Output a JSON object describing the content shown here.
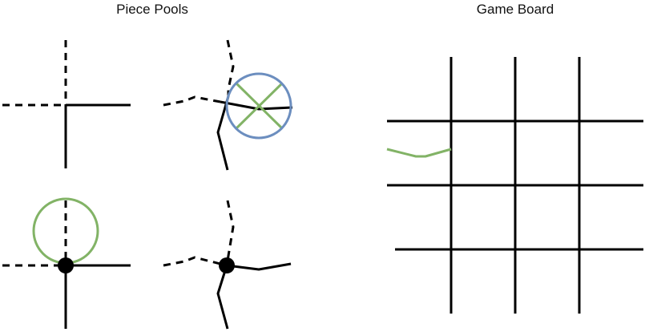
{
  "titles": {
    "piece_pools": "Piece Pools",
    "game_board": "Game Board"
  },
  "colors": {
    "line": "#000000",
    "green": "#82b366",
    "blue": "#6c8ebf",
    "background": "#ffffff"
  },
  "piece_pools": {
    "pieces": [
      {
        "name": "piece-cross-dashed",
        "center_marker": "none"
      },
      {
        "name": "piece-curvy-blue-circle-x",
        "center_marker": "blue-circle-with-green-x"
      },
      {
        "name": "piece-cross-green-circle-dot",
        "center_marker": "black-dot-with-green-circle"
      },
      {
        "name": "piece-curvy-dot",
        "center_marker": "black-dot"
      }
    ]
  },
  "game_board": {
    "horizontal_lines": 3,
    "vertical_lines": 3,
    "placed_segment_color": "green"
  }
}
